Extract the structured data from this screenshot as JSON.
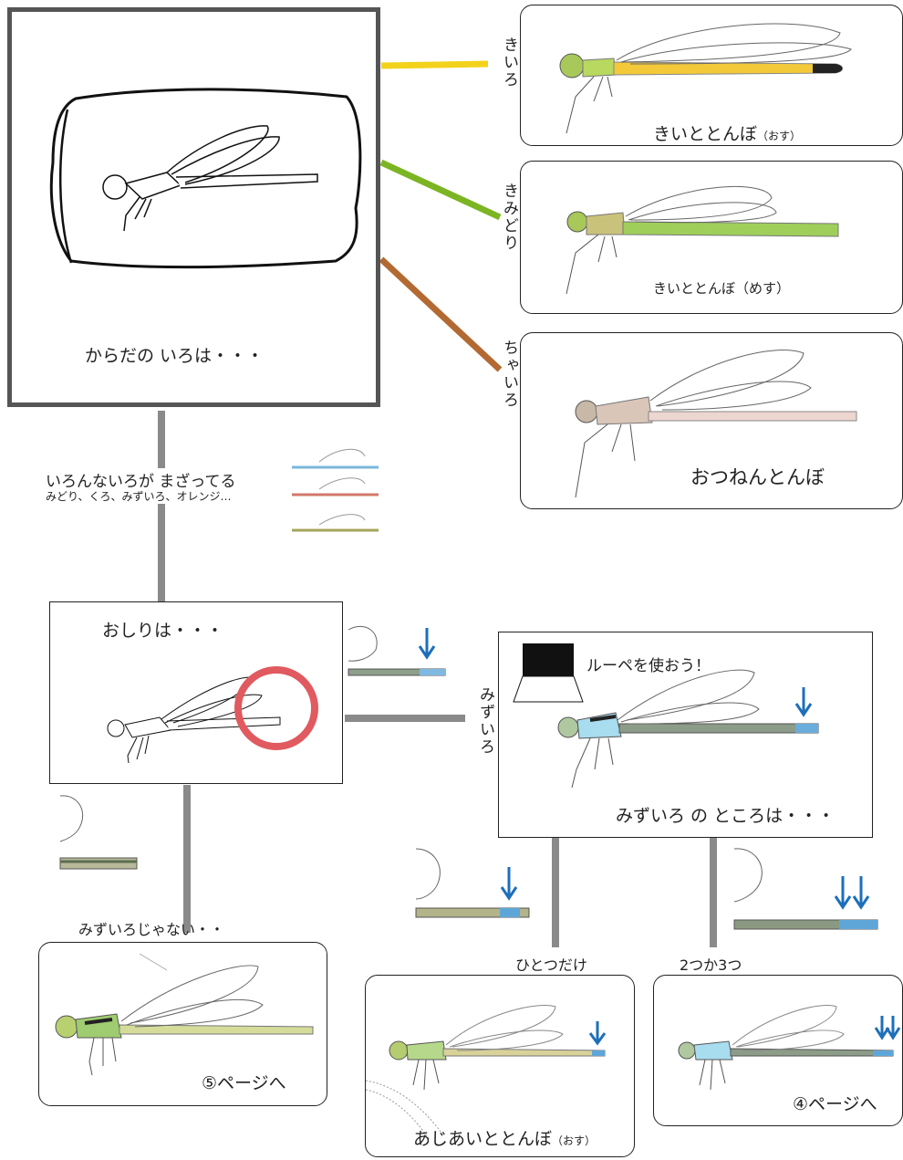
{
  "main": {
    "question": "からだの いろは・・・"
  },
  "branches": {
    "yellow": {
      "label": "きいろ",
      "color": "#f2d21b",
      "card": {
        "name": "きいととんぼ",
        "sub": "（おす）"
      }
    },
    "lightgreen": {
      "label": "きみどり",
      "color": "#7cb524",
      "card": {
        "name": "きいととんぼ（めす）"
      }
    },
    "brown": {
      "label": "ちゃいろ",
      "color": "#b36a32",
      "card": {
        "name": "おつねんとんぼ"
      }
    }
  },
  "mixed": {
    "line1": "いろんないろが まざってる",
    "line2": "みどり、くろ、みずいろ、オレンジ…"
  },
  "tail": {
    "question": "おしりは・・・",
    "no_label": "みずいろじゃない・・",
    "no_card": "⑤ページへ",
    "yes_label": "みずいろ"
  },
  "loupe": {
    "tip": "ルーペを使おう！",
    "question": "みずいろ の ところは・・・"
  },
  "spots": {
    "one_label": "ひとつだけ",
    "one_card": {
      "name": "あじあいととんぼ",
      "sub": "（おす）"
    },
    "multi_label": "2つか3つ",
    "multi_card": "④ページへ"
  },
  "colors": {
    "connector": "#8a8a8a",
    "arrow": "#1d6fba",
    "highlight_circle": "#e05a5f"
  }
}
